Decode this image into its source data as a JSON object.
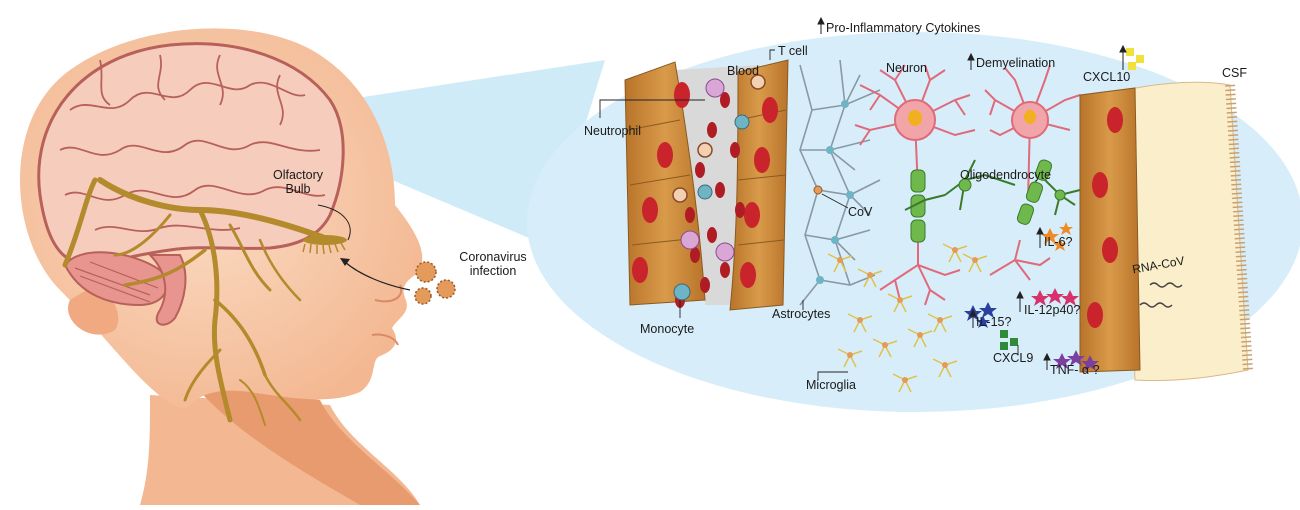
{
  "head": {
    "olfactory_bulb_label": [
      "Olfactory",
      "Bulb"
    ],
    "infection_label": [
      "Coronavirus",
      "infection"
    ]
  },
  "zoom_panel": {
    "top_heading": "Pro-Inflammatory Cytokines",
    "cells": {
      "blood": "Blood",
      "t_cell": "T cell",
      "neutrophil": "Neutrophil",
      "monocyte": "Monocyte",
      "astrocytes": "Astrocytes",
      "cov": "CoV",
      "neuron": "Neuron",
      "oligodendrocyte": "Oligodendrocyte",
      "microglia": "Microglia",
      "csf": "CSF",
      "rna_cov": "RNA-CoV"
    },
    "effects": {
      "demyelination": "Demyelination"
    },
    "cytokines": [
      {
        "label": "CXCL10",
        "color": "#f2e13a"
      },
      {
        "label": "IL-6?",
        "color": "#f08a24"
      },
      {
        "label": "IL-15?",
        "color": "#2a3f9e"
      },
      {
        "label": "IL-12p40?",
        "color": "#d6336c"
      },
      {
        "label": "CXCL9",
        "color": "#2e8b3a"
      },
      {
        "label": "TNF- α ?",
        "color": "#7b3fa0"
      }
    ]
  },
  "colors": {
    "skin": "#f6c9a8",
    "skin_shadow": "#f0a980",
    "brain": "#f6cdbd",
    "brain_outline": "#b8605a",
    "nerve": "#b38a2c",
    "panel_bg": "#d7eefa",
    "vessel": "#d08a3a",
    "rbc": "#c9232c",
    "neuron": "#e06a7a",
    "myelin": "#6fb84c",
    "microglia": "#e0c24a",
    "csf": "#fbeecb"
  }
}
